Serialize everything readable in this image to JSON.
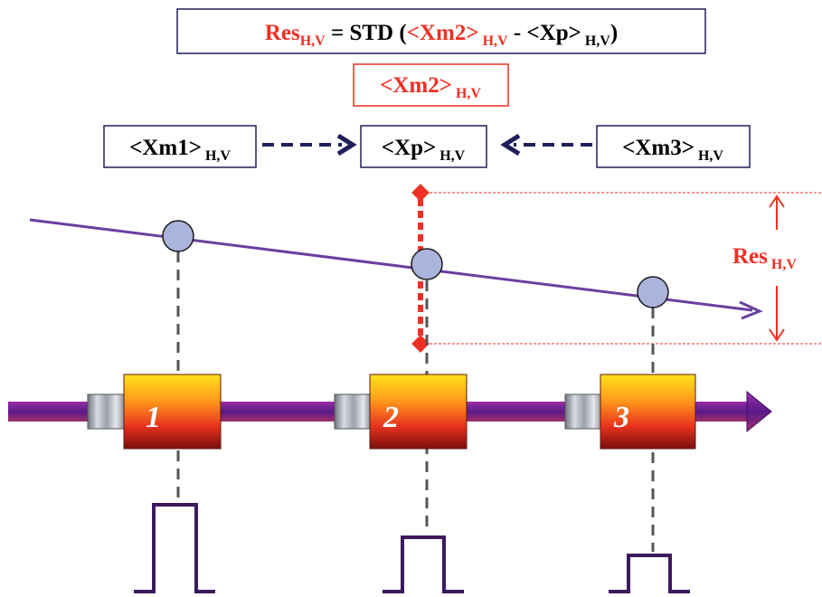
{
  "formula": {
    "res": "Res",
    "res_sub": "H,V",
    "eq": " = STD (",
    "xm2": "<Xm2>",
    "xm2_sub": " H,V",
    "minus": " - <Xp>",
    "xp_sub": " H,V",
    "close": ")"
  },
  "xm2_box": {
    "label": "<Xm2>",
    "sub": " H,V"
  },
  "xm1_box": {
    "label": "<Xm1>",
    "sub": " H,V"
  },
  "xp_box": {
    "label": "<Xp>",
    "sub": " H,V"
  },
  "xm3_box": {
    "label": "<Xm3>",
    "sub": " H,V"
  },
  "res_label": {
    "label": "Res",
    "sub": " H,V"
  },
  "bpms": [
    "1",
    "2",
    "3"
  ],
  "colors": {
    "red": "#ee3124",
    "navy": "#1f1f5c",
    "purple": "#6a3fa0",
    "signal": "#3d1a5c",
    "marker": "#aab4dc"
  }
}
